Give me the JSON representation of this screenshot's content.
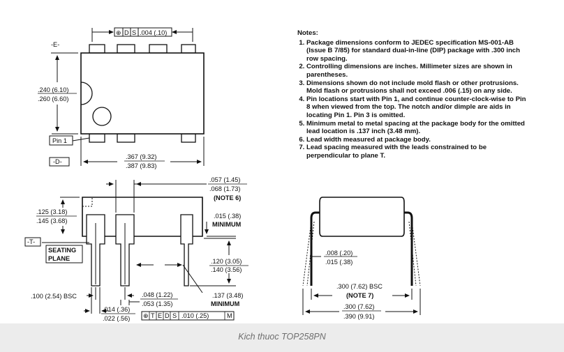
{
  "top_view": {
    "tolerance_sym": "⊕",
    "tolerance_ref_d": "D",
    "tolerance_ref_s": "S",
    "tolerance_value": ".004 (.10)",
    "datum_e": "-E-",
    "datum_d": "-D-",
    "width_min": ".240 (6.10)",
    "width_max": ".260 (6.60)",
    "pin1": "Pin 1",
    "length_min": ".367 (9.32)",
    "length_max": ".387 (9.83)"
  },
  "side_view": {
    "lead_width_min": ".057 (1.45)",
    "lead_width_max": ".068 (1.73)",
    "lead_width_note": "(NOTE 6)",
    "standoff": ".015 (.38)",
    "standoff_label": "MINIMUM",
    "height_min": ".125 (3.18)",
    "height_max": ".145 (3.68)",
    "datum_t": "-T-",
    "seating_1": "SEATING",
    "seating_2": "PLANE",
    "lead_len_min": ".120 (3.05)",
    "lead_len_max": ".140 (3.56)",
    "pitch": ".100 (2.54) BSC",
    "shoulder_min": ".048 (1.22)",
    "shoulder_max": ".053 (1.35)",
    "tip_min": ".014 (.36)",
    "tip_max": ".022 (.56)",
    "pin1_loc": ".137 (3.48)",
    "pin1_loc_label": "MINIMUM",
    "fcf_sym": "⊕",
    "fcf_t": "T",
    "fcf_e": "E",
    "fcf_d": "D",
    "fcf_s": "S",
    "fcf_value": ".010 (.25)",
    "fcf_m": "M"
  },
  "end_view": {
    "lead_thk_min": ".008 (.20)",
    "lead_thk_max": ".015 (.38)",
    "row_spacing": ".300 (7.62) BSC",
    "row_note": "(NOTE 7)",
    "span_min": ".300 (7.62)",
    "span_max": ".390 (9.91)"
  },
  "notes": {
    "title": "Notes:",
    "items": [
      "Package dimensions conform to JEDEC specification MS-001-AB (Issue B 7/85) for standard dual-in-line (DIP) package with .300 inch row spacing.",
      "Controlling dimensions are inches. Millimeter sizes are shown in parentheses.",
      "Dimensions shown do not include mold flash or other protrusions. Mold flash or protrusions shall not exceed .006 (.15) on any side.",
      "Pin locations start with Pin 1, and continue counter-clock-wise to Pin 8 when viewed from the top. The notch and/or dimple are aids in locating Pin 1. Pin 3 is omitted.",
      "Minimum metal to metal spacing at the package body for the omitted lead location is .137 inch (3.48 mm).",
      "Lead width measured at package body.",
      "Lead spacing measured with the leads constrained to be perpendicular to plane T."
    ]
  },
  "caption": "Kich thuoc TOP258PN"
}
